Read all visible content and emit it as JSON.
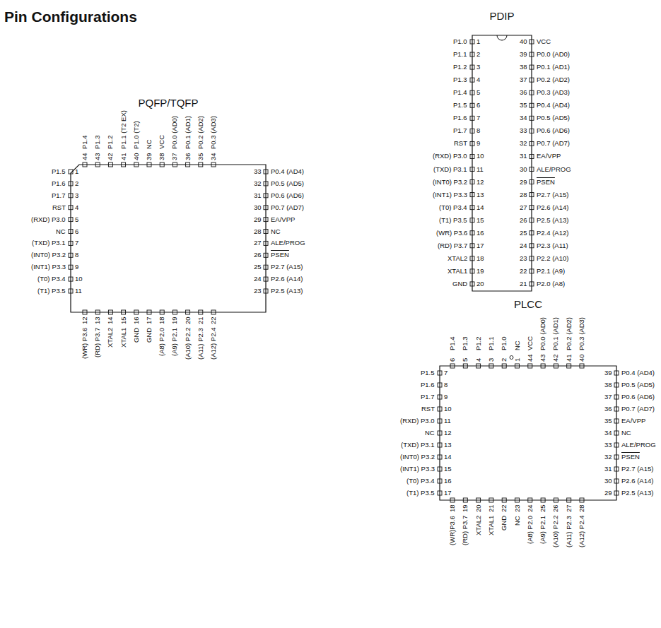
{
  "diagram": {
    "title": "Pin Configurations",
    "nodes": [
      {
        "text": [
          "PDIP"
        ]
      },
      {
        "text": [
          "PQFP/TQFP"
        ]
      },
      {
        "text": [
          "PLCC"
        ]
      }
    ],
    "labels": [
      "1",
      "P1.0",
      "2",
      "P1.1",
      "3",
      "P1.2",
      "4",
      "P1.3",
      "5",
      "P1.4",
      "6",
      "P1.5",
      "7",
      "P1.6",
      "8",
      "P1.7",
      "9",
      "RST",
      "10",
      "(RXD) P3.0",
      "11",
      "(TXD) P3.1",
      "12",
      "(INT0) P3.2",
      "13",
      "(INT1) P3.3",
      "14",
      "(T0) P3.4",
      "15",
      "(T1) P3.5",
      "16",
      "(WR) P3.6",
      "17",
      "(RD) P3.7",
      "18",
      "XTAL2",
      "19",
      "XTAL1",
      "20",
      "GND",
      "21",
      "P2.0 (A8)",
      "22",
      "P2.1 (A9)",
      "23",
      "P2.2 (A10)",
      "24",
      "P2.3 (A11)",
      "25",
      "P2.4 (A12)",
      "26",
      "P2.5 (A13)",
      "27",
      "P2.6 (A14)",
      "28",
      "P2.7 (A15)",
      "29",
      "PSEN",
      "30",
      "ALE/PROG",
      "31",
      "EA/VPP",
      "32",
      "P0.7 (AD7)",
      "33",
      "P0.6 (AD6)",
      "34",
      "P0.5 (AD5)",
      "35",
      "P0.4 (AD4)",
      "36",
      "P0.3 (AD3)",
      "37",
      "P0.2 (AD2)",
      "38",
      "P0.1 (AD1)",
      "39",
      "P0.0 (AD0)",
      "40",
      "VCC",
      "1",
      "P1.5",
      "2",
      "P1.6",
      "3",
      "P1.7",
      "4",
      "RST",
      "5",
      "(RXD) P3.0",
      "6",
      "NC",
      "7",
      "(TXD) P3.1",
      "8",
      "(INT0) P3.2",
      "9",
      "(INT1) P3.3",
      "10",
      "(T0) P3.4",
      "11",
      "(T1) P3.5",
      "12",
      "(WR) P3.6",
      "13",
      "(RD) P3.7",
      "14",
      "XTAL2",
      "15",
      "XTAL1",
      "16",
      "GND",
      "17",
      "GND",
      "18",
      "(A8) P2.0",
      "19",
      "(A9) P2.1",
      "20",
      "(A10) P2.2",
      "21",
      "(A11) P2.3",
      "22",
      "(A12) P2.4",
      "23",
      "P2.5 (A13)",
      "24",
      "P2.6 (A14)",
      "25",
      "P2.7 (A15)",
      "26",
      "PSEN",
      "27",
      "ALE/PROG",
      "28",
      "NC",
      "29",
      "EA/VPP",
      "30",
      "P0.7 (AD7)",
      "31",
      "P0.6 (AD6)",
      "32",
      "P0.5 (AD5)",
      "33",
      "P0.4 (AD4)",
      "34",
      "P0.3 (AD3)",
      "35",
      "P0.2 (AD2)",
      "36",
      "P0.1 (AD1)",
      "37",
      "P0.0 (AD0)",
      "38",
      "VCC",
      "39",
      "NC",
      "40",
      "P1.0 (T2)",
      "41",
      "P1.1 (T2 EX)",
      "42",
      "P1.2",
      "43",
      "P1.3",
      "44",
      "P1.4",
      "1",
      "NC",
      "2",
      "P1.0",
      "3",
      "P1.1",
      "4",
      "P1.2",
      "5",
      "P1.3",
      "6",
      "P1.4",
      "7",
      "P1.5",
      "8",
      "P1.6",
      "9",
      "P1.7",
      "10",
      "RST",
      "11",
      "(RXD) P3.0",
      "12",
      "NC",
      "13",
      "(TXD) P3.1",
      "14",
      "(INT0) P3.2",
      "15",
      "(INT1) P3.3",
      "16",
      "(T0) P3.4",
      "17",
      "(T1) P3.5",
      "18",
      "(WR)P3.6",
      "19",
      "(RD) P3.7",
      "20",
      "XTAL2",
      "21",
      "XTAL1",
      "22",
      "GND",
      "23",
      "NC",
      "24",
      "(A8) P2.0",
      "25",
      "(A9) P2.1",
      "26",
      "(A10) P2.2",
      "27",
      "(A11) P2.3",
      "28",
      "(A12) P2.4",
      "29",
      "P2.5 (A13)",
      "30",
      "P2.6 (A14)",
      "31",
      "P2.7 (A15)",
      "32",
      "PSEN",
      "33",
      "ALE/PROG",
      "34",
      "NC",
      "35",
      "EA/VPP",
      "36",
      "P0.7 (AD7)",
      "37",
      "P0.6 (AD6)",
      "38",
      "P0.5 (AD5)",
      "39",
      "P0.4 (AD4)",
      "40",
      "P0.3 (AD3)",
      "41",
      "P0.2 (AD2)",
      "42",
      "P0.1 (AD1)",
      "43",
      "P0.0 (AD0)",
      "44",
      "VCC"
    ]
  }
}
